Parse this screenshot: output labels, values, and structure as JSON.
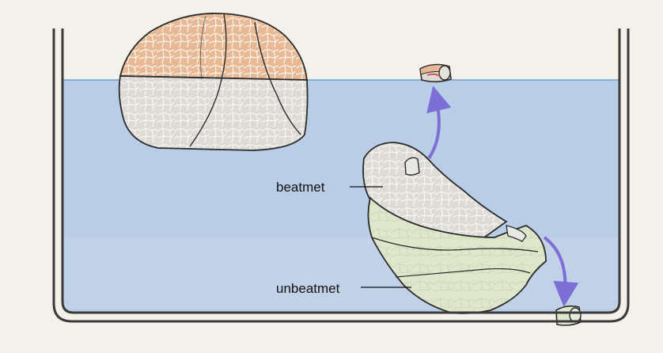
{
  "labels": {
    "beatmet": "beatmet",
    "unbeatmet": "unbeatmet"
  },
  "colors": {
    "water": "#b9cde6",
    "water_surface": "#6f9fd3",
    "lung_ventilated": "#d9d6cf",
    "lung_dry": "#e6b896",
    "lung_unventilated": "#dbe3c6",
    "arrow": "#7d6fd6",
    "container": "#3a3a3a"
  },
  "figure": {
    "type": "schematic-illustration",
    "elements": [
      "container-with-water",
      "floating-lung-lobe",
      "lung-segment",
      "floating-piece",
      "sinking-piece"
    ]
  }
}
